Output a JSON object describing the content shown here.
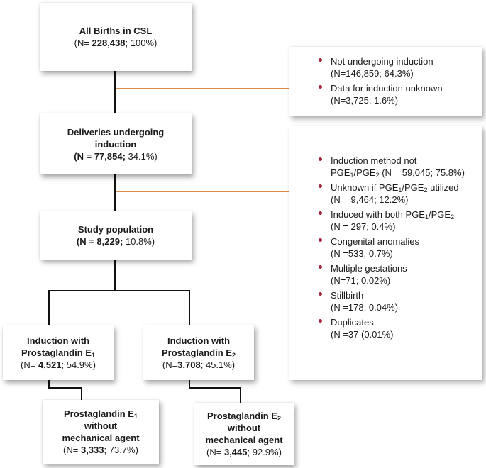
{
  "boxes": {
    "all_births": {
      "title": "All Births in CSL",
      "n_prefix": "(N= ",
      "n": "228,438",
      "rest": "; 100%)"
    },
    "deliveries": {
      "title_line1": "Deliveries undergoing",
      "title_line2": "induction",
      "n_prefix": "(N = 77,854;",
      "rest": " 34.1%)"
    },
    "study": {
      "title": "Study population",
      "n_prefix": "(N = 8,229;",
      "rest": " 10.8%)"
    },
    "pge1": {
      "title_line1": "Induction with",
      "title_line2": "Prostaglandin E",
      "sub": "1",
      "n_prefix": "(N= ",
      "n": "4,521",
      "rest": "; 54.9%)"
    },
    "pge2": {
      "title_line1": "Induction with",
      "title_line2": "Prostaglandin E",
      "sub": "2",
      "n_prefix": "(N=",
      "n": "3,708",
      "rest": "; 45.1%)"
    },
    "pge1_nomech": {
      "title_line1": "Prostaglandin E",
      "sub": "1",
      "title_line2": "without",
      "title_line3": "mechanical agent",
      "n_prefix": "(N= ",
      "n": "3,333",
      "rest": "; 73.7%)"
    },
    "pge2_nomech": {
      "title_line1": "Prostaglandin E",
      "sub": "2",
      "title_line2": "without",
      "title_line3": "mechanical agent",
      "n_prefix": "(N= ",
      "n": "3,445",
      "rest": "; 92.9%)"
    }
  },
  "exclusions_1": [
    {
      "line1": "Not undergoing induction",
      "line2": "(N=146,859; 64.3%)"
    },
    {
      "line1": "Data for induction unknown",
      "line2": "(N=3,725; 1.6%)"
    }
  ],
  "exclusions_2": {
    "item1": {
      "line1": "Induction method not",
      "pge_a": "PGE",
      "sub_a": "1",
      "slash": "/PGE",
      "sub_b": "2",
      "tail": " (N = 59,045; 75.8%)"
    },
    "item2": {
      "line1_a": "Unknown if PGE",
      "sub_a": "1",
      "slash": "/PGE",
      "sub_b": "2",
      "line1_b": " utilized",
      "line2": "(N = 9,464; 12.2%)"
    },
    "item3": {
      "line1_a": "Induced with both PGE",
      "sub_a": "1",
      "slash": "/PGE",
      "sub_b": "2",
      "line2": "(N = 297; 0.4%)"
    },
    "item4": {
      "line1": "Congenital anomalies",
      "line2": "(N =533; 0.7%)"
    },
    "item5": {
      "line1": "Multiple gestations",
      "line2": "(N=71; 0.02%)"
    },
    "item6": {
      "line1": "Stillbirth",
      "line2": "(N =178; 0.04%)"
    },
    "item7": {
      "line1": "Duplicates",
      "line2": "(N =37 (0.01%)"
    }
  },
  "colors": {
    "bullet": "#a3243b",
    "connector_orange": "#e08a4a",
    "line": "#111111"
  }
}
